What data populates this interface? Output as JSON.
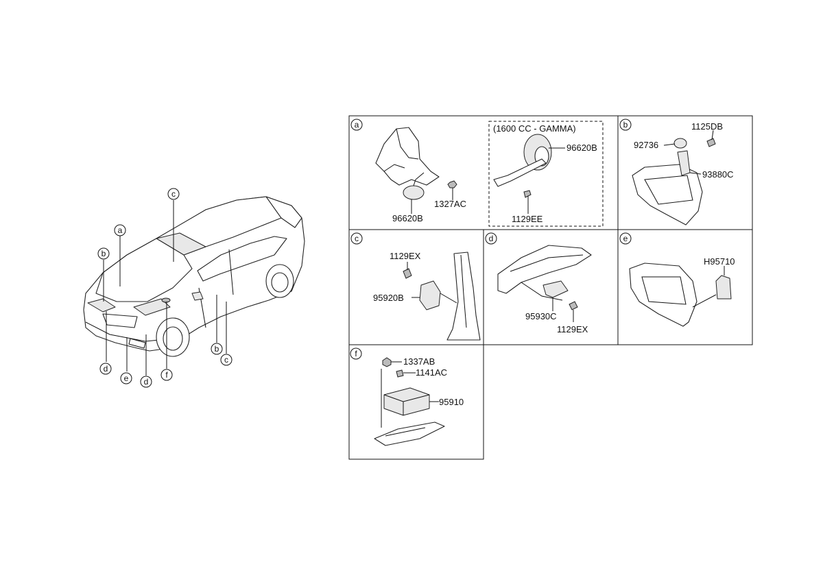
{
  "car_callouts": [
    "a",
    "b",
    "c",
    "d",
    "e",
    "f"
  ],
  "panels": {
    "a": {
      "letter": "a",
      "parts": [
        "96620B",
        "1327AC"
      ],
      "variant": {
        "title": "(1600 CC - GAMMA)",
        "parts": [
          "96620B",
          "1129EE"
        ]
      }
    },
    "b": {
      "letter": "b",
      "parts": [
        "1125DB",
        "92736",
        "93880C"
      ]
    },
    "c": {
      "letter": "c",
      "parts": [
        "1129EX",
        "95920B"
      ]
    },
    "d": {
      "letter": "d",
      "parts": [
        "95930C",
        "1129EX"
      ]
    },
    "e": {
      "letter": "e",
      "parts": [
        "H95710"
      ]
    },
    "f": {
      "letter": "f",
      "parts": [
        "1337AB",
        "1141AC",
        "95910"
      ]
    }
  }
}
